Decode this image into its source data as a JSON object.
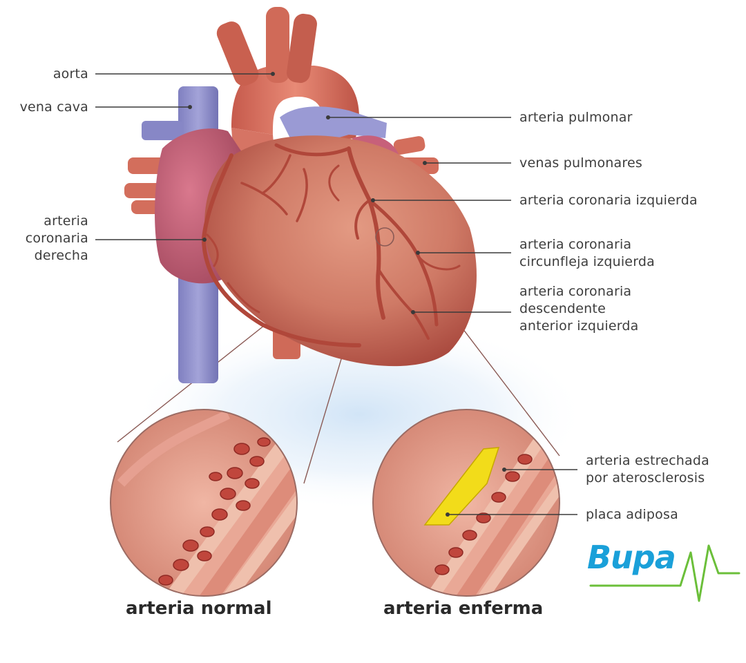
{
  "labels": {
    "aorta": "aorta",
    "vena_cava": "vena cava",
    "arteria_pulmonar": "arteria pulmonar",
    "venas_pulmonares": "venas pulmonares",
    "coronaria_izquierda": "arteria coronaria izquierda",
    "coronaria_derecha": [
      "arteria",
      "coronaria",
      "derecha"
    ],
    "circunfleja": [
      "arteria coronaria",
      "circunfleja izquierda"
    ],
    "descendente": [
      "arteria coronaria",
      "descendente",
      "anterior izquierda"
    ],
    "estrechada": [
      "arteria estrechada",
      "por aterosclerosis"
    ],
    "placa": "placa adiposa"
  },
  "captions": {
    "normal": "arteria normal",
    "enferma": "arteria enferma"
  },
  "logo": {
    "text": "Bupa",
    "brand_color": "#1aa0d9",
    "wave_color": "#6bbf3a"
  },
  "colors": {
    "heart": "#c9705f",
    "vein": "#8e8ec9",
    "artery_vessel": "#d8786a",
    "coronary": "#b24a3a",
    "plaque": "#f2dc1a",
    "glow": "#d9eaf8"
  }
}
